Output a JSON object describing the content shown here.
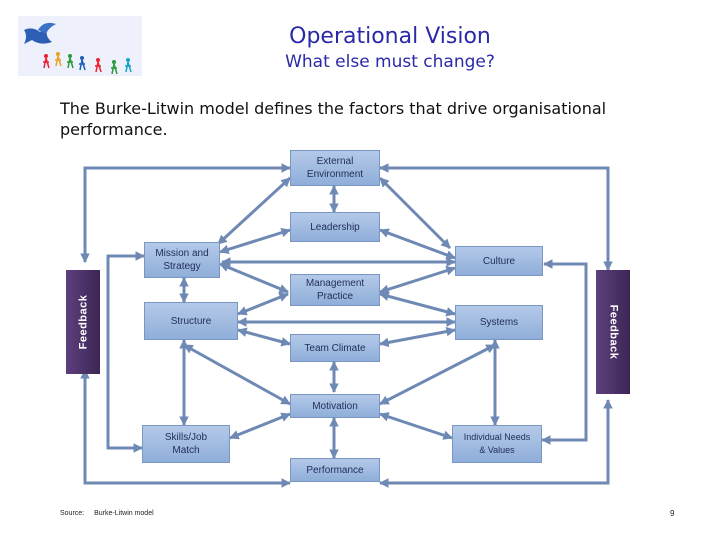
{
  "title": "Operational Vision",
  "subtitle": "What else must change?",
  "intro": "The Burke-Litwin model defines the factors that drive organisational performance.",
  "diagram": {
    "nodes": {
      "external_environment": "External\nEnvironment",
      "leadership": "Leadership",
      "mission_strategy": "Mission and\nStrategy",
      "culture": "Culture",
      "management_practice": "Management\nPractice",
      "structure": "Structure",
      "systems": "Systems",
      "team_climate": "Team Climate",
      "motivation": "Motivation",
      "skills_job_match": "Skills/Job\nMatch",
      "individual_needs_values": "Individual Needs\n& Values",
      "performance": "Performance"
    },
    "feedback_left": "Feedback",
    "feedback_right": "Feedback"
  },
  "footer": {
    "source_label": "Source:",
    "source_text": "Burke-Litwin model",
    "page_number": "9"
  },
  "colors": {
    "title": "#2a2aa8",
    "box_fill": "#9fbbe2",
    "arrow": "#6f89b5",
    "feedback": "#4a2f66"
  }
}
